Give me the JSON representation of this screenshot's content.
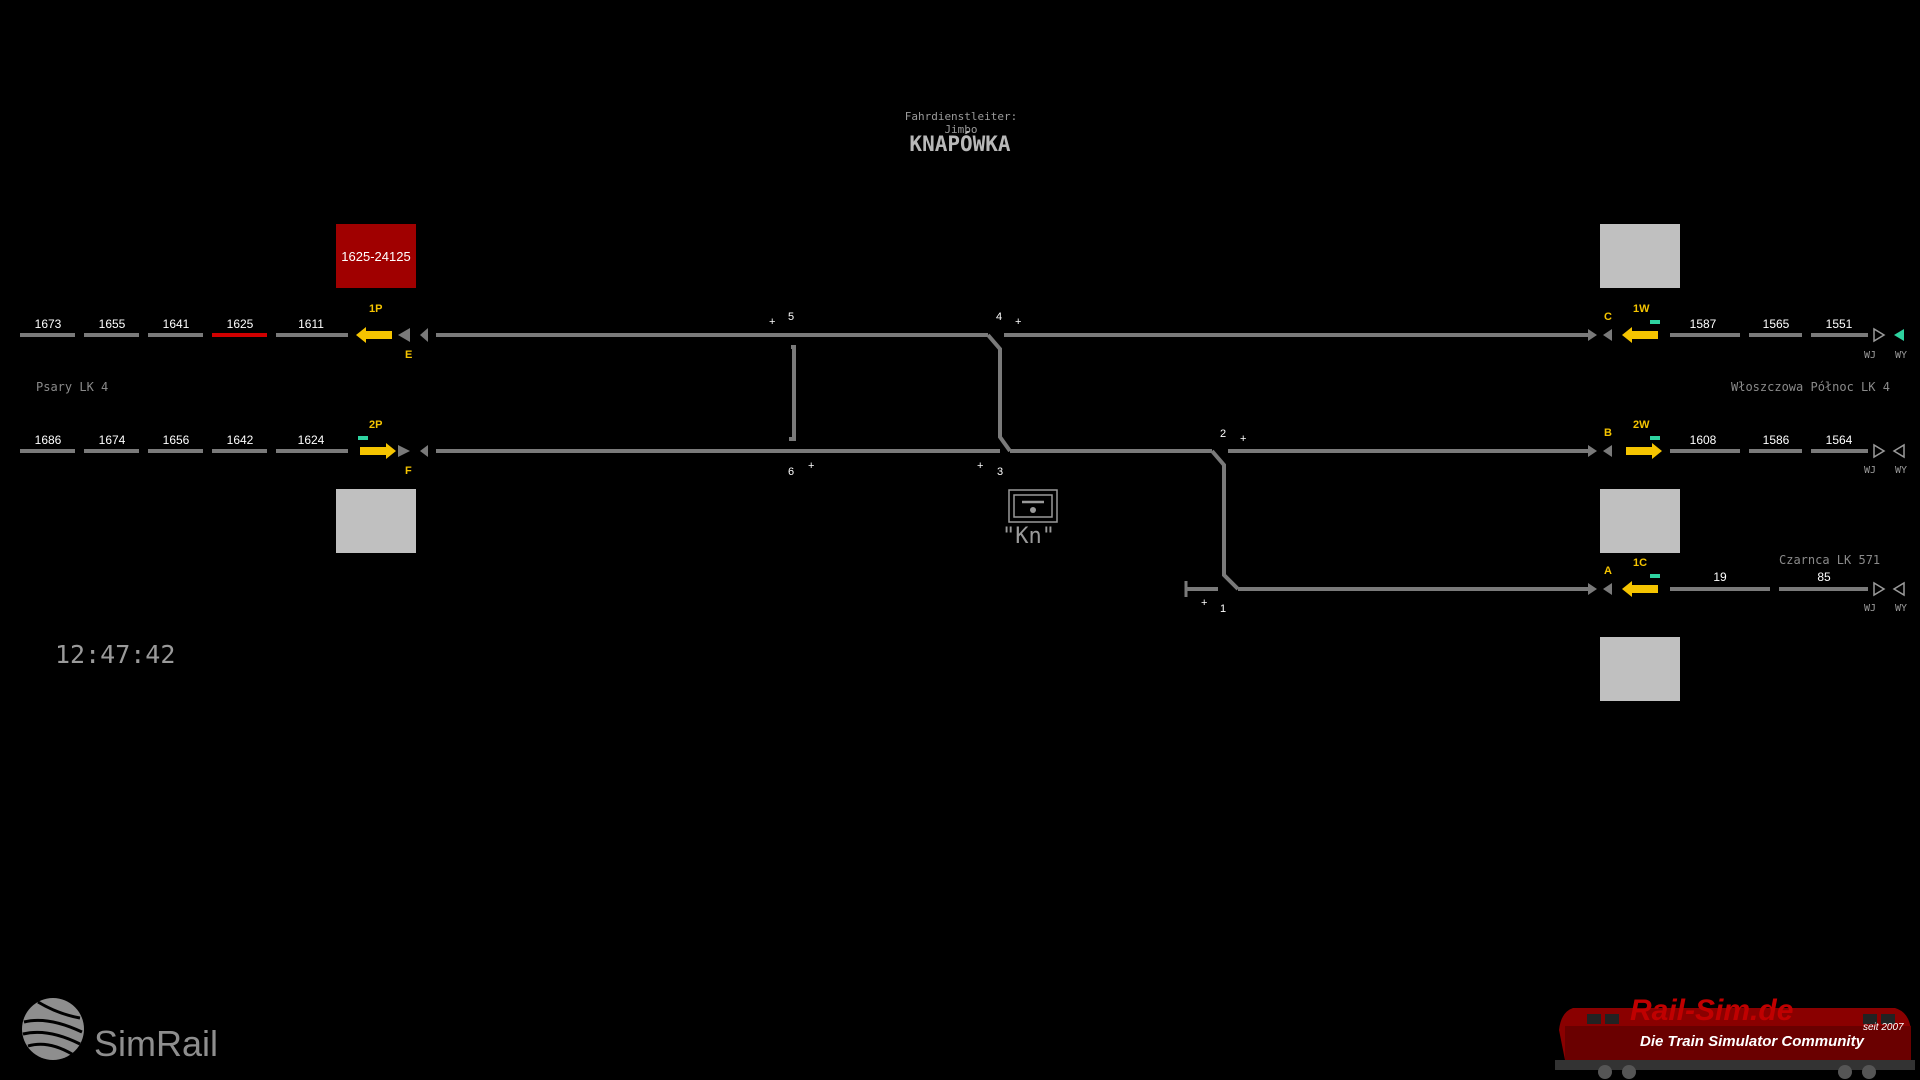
{
  "header": {
    "dispatcher": "Fahrdienstleiter: Jimbo",
    "station": "KNAPÓWKA"
  },
  "colors": {
    "track": "#7a7a7a",
    "occupied": "#d00000",
    "signal": "#f5c400",
    "signal_green": "#2ed3a0",
    "box_grey": "#c0c0c0",
    "box_red": "#a00000",
    "background": "#000000"
  },
  "directions": {
    "left": "Psary LK 4",
    "right_upper": "Włoszczowa Północ LK 4",
    "right_lower": "Czarnca LK 571"
  },
  "left_blocks": {
    "upper": [
      "1673",
      "1655",
      "1641",
      "1625",
      "1611"
    ],
    "lower": [
      "1686",
      "1674",
      "1656",
      "1642",
      "1624"
    ],
    "occupied": "1625"
  },
  "right_blocks": {
    "upper": [
      "1587",
      "1565",
      "1551"
    ],
    "middle": [
      "1608",
      "1586",
      "1564"
    ],
    "lower": [
      "19",
      "85"
    ]
  },
  "train_box": "1625-24125",
  "signals": {
    "p1": "1P",
    "p2": "2P",
    "w1": "1W",
    "w2": "2W",
    "c1": "1C",
    "e": "E",
    "f": "F",
    "a": "A",
    "b": "B",
    "c": "C"
  },
  "switches": {
    "s1": "1",
    "s2": "2",
    "s3": "3",
    "s4": "4",
    "s5": "5",
    "s6": "6",
    "plus": "+"
  },
  "wj": "WJ",
  "wy": "WY",
  "kn_label": "\"Kn\"",
  "clock": "12:47:42",
  "branding": {
    "simrail": "SimRail",
    "railsim_title": "Rail-Sim.de",
    "railsim_sub": "Die Train Simulator Community",
    "railsim_since": "seit 2007"
  }
}
